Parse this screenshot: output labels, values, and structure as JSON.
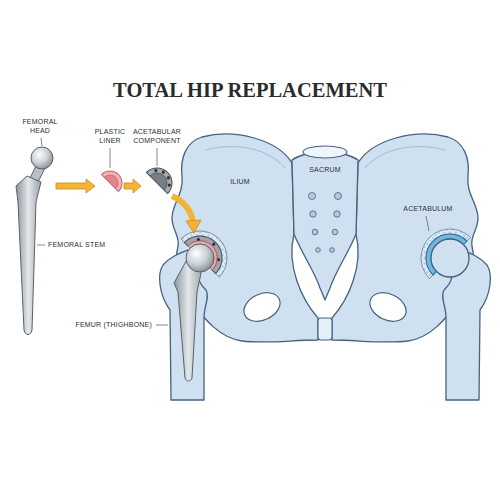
{
  "diagram": {
    "title": "TOTAL HIP REPLACEMENT",
    "labels": [
      "FEMORAL HEAD",
      "PLASTIC LINER",
      "ACETABULAR COMPONENT",
      "FEMORAL STEM",
      "FEMUR (THIGHBONE)",
      "ILIUM",
      "SACRUM",
      "ACETABULUM"
    ]
  }
}
